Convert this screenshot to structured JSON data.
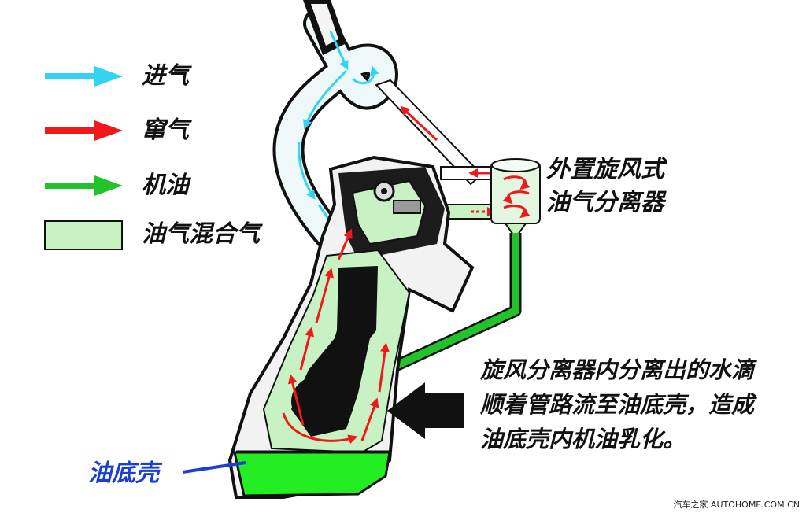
{
  "colors": {
    "intake": "#33d3f2",
    "blowby": "#f01818",
    "oil": "#22c22a",
    "mixed_gas": "#c9f2c4",
    "oil_pan_label": "#1a3fd8",
    "outline": "#111111"
  },
  "legend": {
    "items": [
      {
        "label": "进气",
        "symbol": "arrow",
        "color_key": "intake"
      },
      {
        "label": "窜气",
        "symbol": "arrow",
        "color_key": "blowby"
      },
      {
        "label": "机油",
        "symbol": "arrow",
        "color_key": "oil"
      },
      {
        "label": "油气混合气",
        "symbol": "box",
        "color_key": "mixed_gas"
      }
    ]
  },
  "labels": {
    "separator_line1": "外置旋风式",
    "separator_line2": "油气分离器",
    "oil_pan": "油底壳"
  },
  "note": {
    "line1": "旋风分离器内分离出的水滴",
    "line2": "顺着管路流至油底壳，造成",
    "line3": "油底壳内机油乳化。"
  },
  "watermark": "汽车之家 AUTOHOME.COM.CN"
}
